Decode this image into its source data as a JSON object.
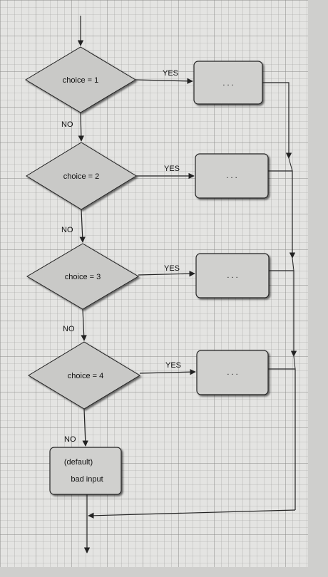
{
  "diagram": {
    "decisions": [
      {
        "label": "choice = 1",
        "yes": "YES",
        "no": "NO",
        "action": ". . ."
      },
      {
        "label": "choice = 2",
        "yes": "YES",
        "no": "NO",
        "action": ". . ."
      },
      {
        "label": "choice = 3",
        "yes": "YES",
        "no": "NO",
        "action": ". . ."
      },
      {
        "label": "choice = 4",
        "yes": "YES",
        "no": "NO",
        "action": ". . ."
      }
    ],
    "default_box": {
      "line1": "(default)",
      "line2": "bad input"
    }
  },
  "colors": {
    "paper": "#e6e6e4",
    "grid": "#9a9a98",
    "shape_fill": "#cfcfcd",
    "line": "#222222"
  }
}
